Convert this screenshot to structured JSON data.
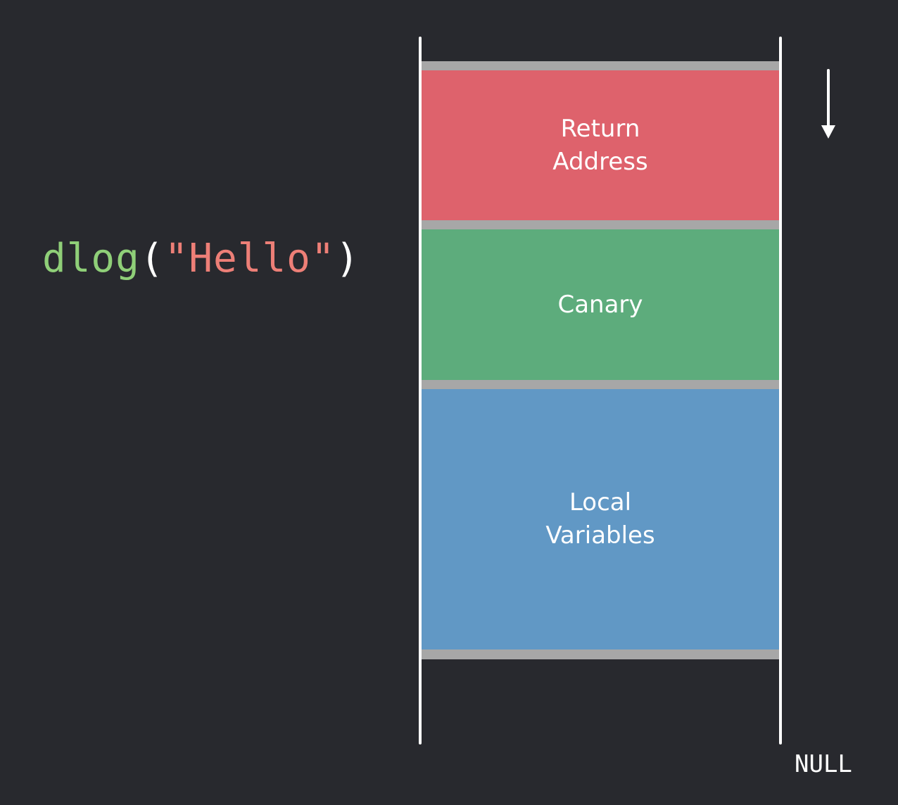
{
  "code": {
    "function_name": "dlog",
    "open_paren": "(",
    "argument": "\"Hello\"",
    "close_paren": ")"
  },
  "stack": {
    "frames": [
      {
        "lines": [
          "Return",
          "Address"
        ],
        "color": "#de626c"
      },
      {
        "lines": [
          "Canary"
        ],
        "color": "#5dac7c"
      },
      {
        "lines": [
          "Local",
          "Variables"
        ],
        "color": "#6198c5"
      }
    ],
    "separator_color": "#a7a7a7",
    "growth_direction_icon": "down-arrow-icon",
    "bottom_label": "NULL"
  },
  "colors": {
    "background": "#28292e",
    "function_name": "#8fcf78",
    "string_literal": "#ed7f77"
  }
}
